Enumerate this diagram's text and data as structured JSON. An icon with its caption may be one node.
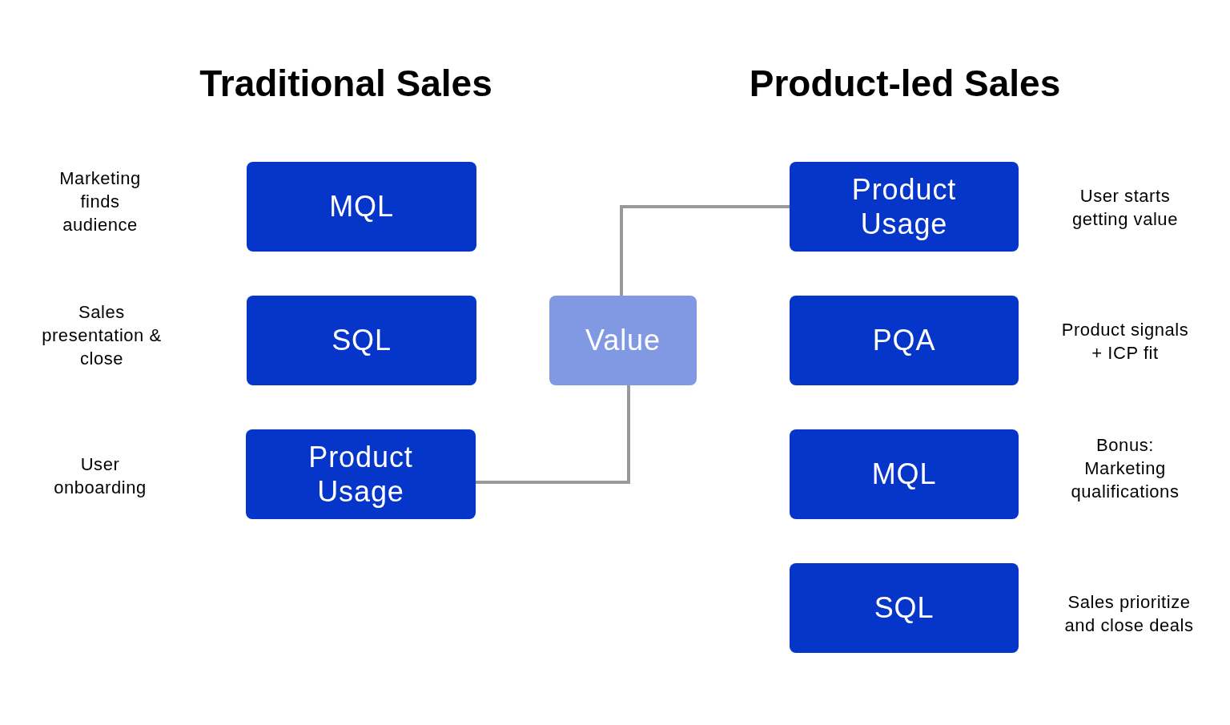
{
  "diagram": {
    "nodes": [
      {
        "text": [
          "MQL"
        ]
      },
      {
        "text": [
          "SQL"
        ]
      },
      {
        "text": [
          "Product Usage"
        ]
      },
      {
        "text": [
          "Value"
        ]
      },
      {
        "text": [
          "Product Usage"
        ],
        "beside": [
          "User starts getting value"
        ]
      },
      {
        "text": [
          "PQA"
        ],
        "beside": [
          "Product signals + ICP fit"
        ]
      },
      {
        "text": [
          "MQL"
        ],
        "beside": [
          "Bonus: Marketing qualifications"
        ]
      },
      {
        "text": [
          "SQL"
        ],
        "beside": [
          "Sales prioritize and close deals"
        ]
      }
    ],
    "edges": [
      {
        "from": 2,
        "to": 3,
        "arrow": "none"
      },
      {
        "from": 3,
        "to": 4,
        "arrow": "none"
      }
    ],
    "labels": [
      "Traditional Sales",
      "Product-led Sales",
      "Marketing finds audience",
      "Sales presentation & close",
      "User onboarding"
    ]
  }
}
